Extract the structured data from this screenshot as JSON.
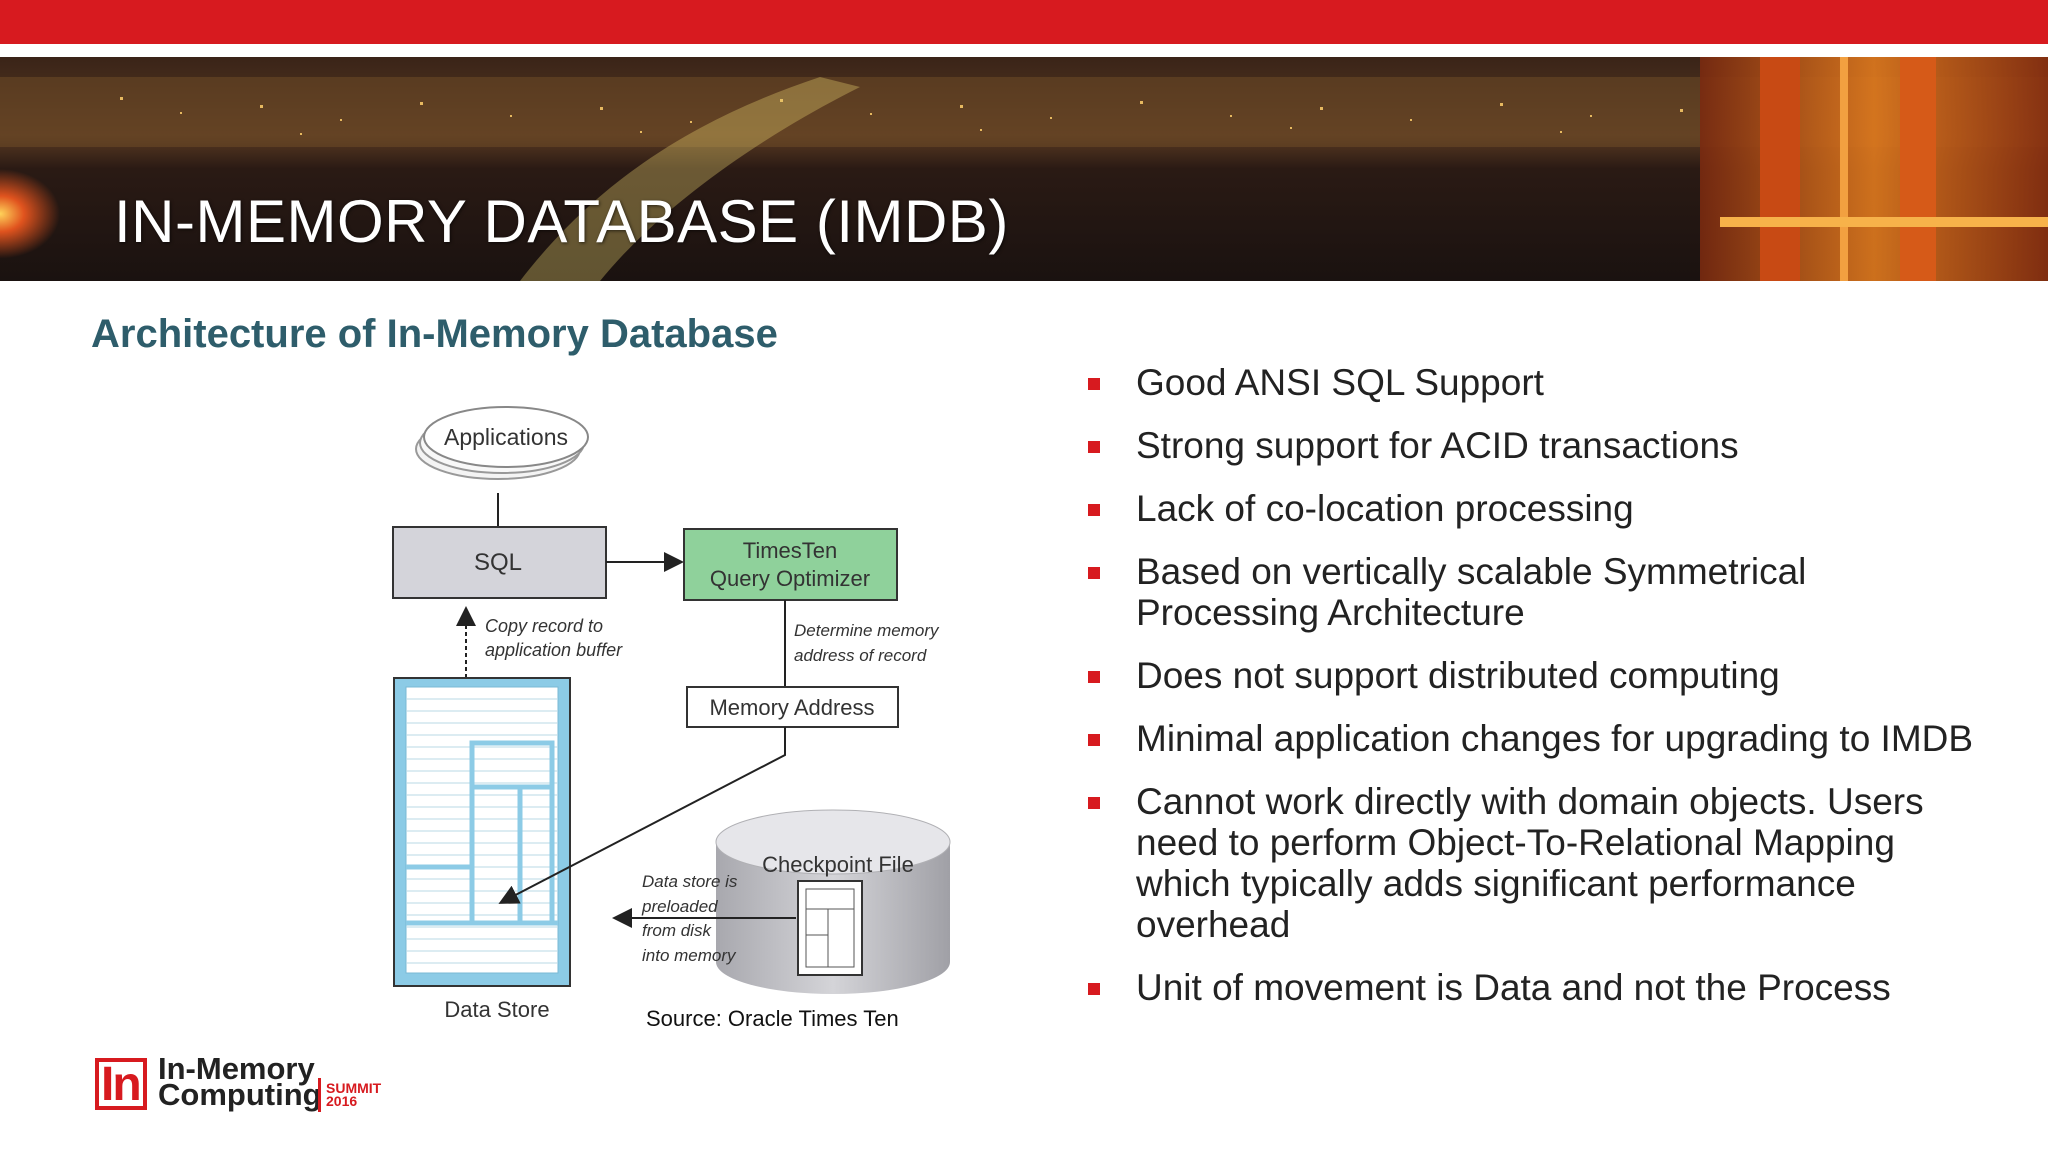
{
  "slide": {
    "title": "IN-MEMORY DATABASE (IMDB)",
    "subtitle": "Architecture of In-Memory Database"
  },
  "diagram": {
    "applications_label": "Applications",
    "sql_label": "SQL",
    "optimizer_line1": "TimesTen",
    "optimizer_line2": "Query Optimizer",
    "copy_note_line1": "Copy record to",
    "copy_note_line2": "application buffer",
    "determine_note_line1": "Determine memory",
    "determine_note_line2": "address of record",
    "memory_address_label": "Memory Address",
    "checkpoint_label": "Checkpoint File",
    "preload_note_line1": "Data store is",
    "preload_note_line2": "preloaded",
    "preload_note_line3": "from disk",
    "preload_note_line4": "into memory",
    "data_store_label": "Data Store",
    "colors": {
      "sql_box": "#d4d4da",
      "optimizer_box": "#8fd19b",
      "data_store_border": "#8ccbe6",
      "cylinder": "#c4c4c8"
    }
  },
  "source": "Source: Oracle Times Ten",
  "bullets": [
    "Good ANSI SQL Support",
    "Strong support for ACID transactions",
    "Lack of co-location processing",
    "Based on vertically scalable Symmetrical Processing Architecture",
    "Does not support distributed computing",
    "Minimal application changes for upgrading to IMDB",
    "Cannot work directly with domain objects. Users need to perform Object-To-Relational Mapping which typically adds significant performance overhead",
    "Unit of movement is Data and not the Process"
  ],
  "logo": {
    "glyph": "In",
    "line1": "In-Memory",
    "line2": "Computing",
    "summit": "SUMMIT",
    "year": "2016"
  },
  "theme": {
    "brand_red": "#d71a1f",
    "subtitle_color": "#2e5d6b"
  }
}
